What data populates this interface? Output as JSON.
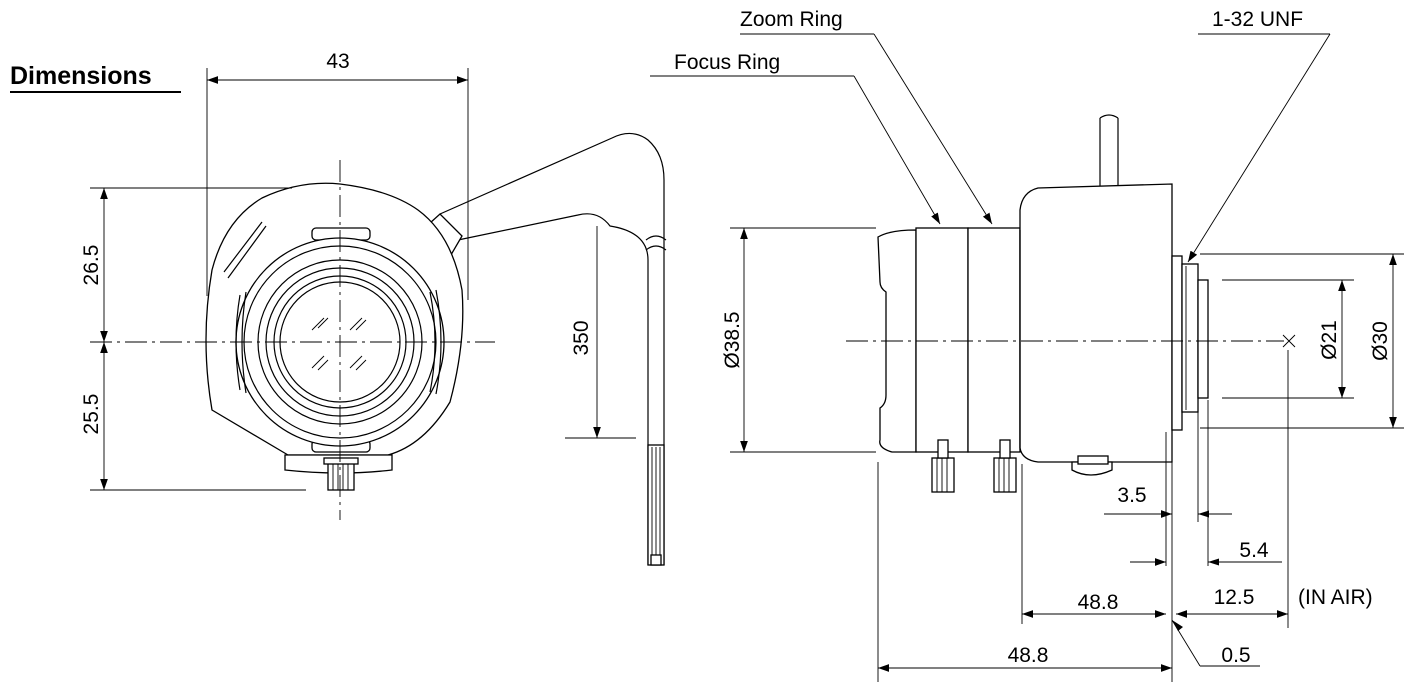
{
  "title": "Dimensions",
  "callouts": {
    "zoom_ring": "Zoom Ring",
    "focus_ring": "Focus Ring",
    "thread": "1-32 UNF",
    "in_air": "(IN AIR)"
  },
  "dims": {
    "width_43": "43",
    "upper_26_5": "26.5",
    "lower_25_5": "25.5",
    "cable_350": "350",
    "dia_38_5": "Ø38.5",
    "dia_21": "Ø21",
    "dia_30": "Ø30",
    "d_3_5": "3.5",
    "d_5_4": "5.4",
    "d_12_5": "12.5",
    "d_48_8_a": "48.8",
    "d_48_8_b": "48.8",
    "d_0_5": "0.5"
  }
}
